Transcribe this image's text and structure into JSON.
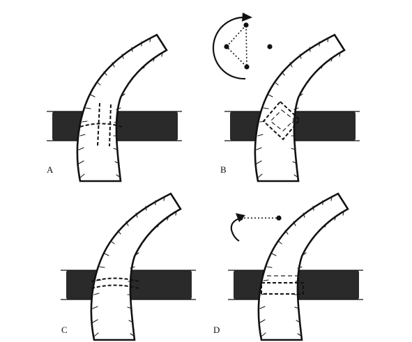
{
  "figure": {
    "panels": [
      {
        "label": "A"
      },
      {
        "label": "B"
      },
      {
        "label": "C"
      },
      {
        "label": "D"
      }
    ]
  },
  "colors": {
    "ink": "#111111",
    "band": "#2a2a2a",
    "paper": "#ffffff"
  }
}
